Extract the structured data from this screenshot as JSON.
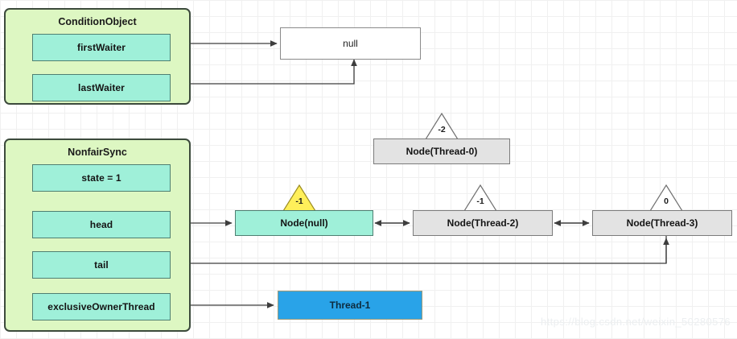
{
  "diagram": {
    "title": "AQS ConditionObject / NonfairSync state diagram",
    "watermark": "https://blog.csdn.net/weixin_50280576",
    "colors": {
      "panel_fill": "#ddf7c2",
      "panel_border": "#3c4a3c",
      "field_fill": "#9ff0d9",
      "field_border": "#4f7f72",
      "node_fill": "#e3e3e3",
      "node_border": "#7b7b7b",
      "head_node_fill": "#9ff0d9",
      "thread_fill": "#29a3e8",
      "highlight_triangle_fill": "#ffef5a",
      "triangle_fill": "#ffffff",
      "edge_stroke": "#3d3d3d",
      "grid_line": "#f0f0f0"
    }
  },
  "panels": [
    {
      "name": "condition-object",
      "title": "ConditionObject",
      "fields": [
        {
          "name": "first-waiter",
          "label": "firstWaiter"
        },
        {
          "name": "last-waiter",
          "label": "lastWaiter"
        }
      ]
    },
    {
      "name": "nonfair-sync",
      "title": "NonfairSync",
      "fields": [
        {
          "name": "state",
          "label": "state = 1"
        },
        {
          "name": "head",
          "label": "head"
        },
        {
          "name": "tail",
          "label": "tail"
        },
        {
          "name": "exclusive-owner-thread",
          "label": "exclusiveOwnerThread"
        }
      ]
    }
  ],
  "boxes": {
    "null_box": {
      "name": "null-box",
      "label": "null"
    },
    "thread_box": {
      "name": "thread-1-box",
      "label": "Thread-1"
    }
  },
  "nodes": [
    {
      "name": "node-thread-0",
      "label": "Node(Thread-0)",
      "waitStatus": "-2",
      "highlight": false
    },
    {
      "name": "node-null",
      "label": "Node(null)",
      "waitStatus": "-1",
      "highlight": true
    },
    {
      "name": "node-thread-2",
      "label": "Node(Thread-2)",
      "waitStatus": "-1",
      "highlight": false
    },
    {
      "name": "node-thread-3",
      "label": "Node(Thread-3)",
      "waitStatus": "0",
      "highlight": false
    }
  ],
  "edges": [
    {
      "name": "edge-first-waiter-to-null",
      "from": "firstWaiter",
      "to": "null",
      "arrow": "single"
    },
    {
      "name": "edge-last-waiter-to-null",
      "from": "lastWaiter",
      "to": "null",
      "arrow": "single"
    },
    {
      "name": "edge-head-to-node-null",
      "from": "head",
      "to": "Node(null)",
      "arrow": "single"
    },
    {
      "name": "edge-node-null-node-thread-2",
      "from": "Node(null)",
      "to": "Node(Thread-2)",
      "arrow": "double"
    },
    {
      "name": "edge-node-thread-2-node-thread-3",
      "from": "Node(Thread-2)",
      "to": "Node(Thread-3)",
      "arrow": "double"
    },
    {
      "name": "edge-node-thread-3-to-tail",
      "from": "Node(Thread-3)",
      "to": "tail",
      "arrow": "single"
    },
    {
      "name": "edge-exclusive-owner-to-thread-1",
      "from": "exclusiveOwnerThread",
      "to": "Thread-1",
      "arrow": "single"
    }
  ]
}
